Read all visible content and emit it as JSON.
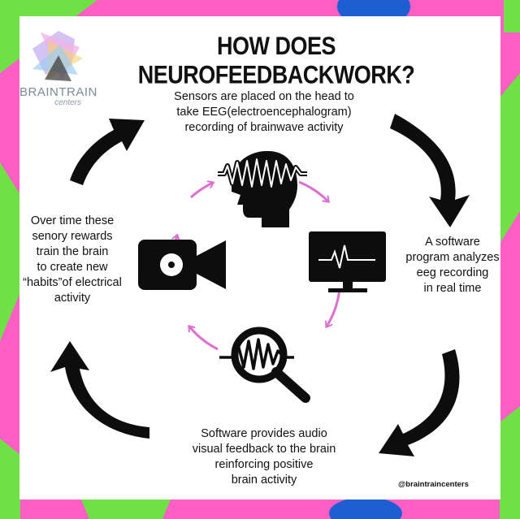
{
  "title": "HOW DOES NEUROFEEDBACKWORK?",
  "logo": {
    "name": "BRAINTRAIN",
    "sub": "centers"
  },
  "steps": [
    {
      "lines": [
        "Sensors are placed on the head to",
        "take EEG(electroencephalogram)",
        "recording of brainwave activity"
      ]
    },
    {
      "lines": [
        "A software",
        "program analyzes",
        "eeg recording",
        "in real time"
      ]
    },
    {
      "lines": [
        "Software provides audio",
        "visual feedback to the brain",
        "reinforcing positive",
        "brain activity"
      ]
    },
    {
      "lines": [
        "Over time these",
        "senory rewards",
        "train the brain",
        "to create new",
        "“habits”of electrical",
        "activity"
      ]
    }
  ],
  "handle": "@braintraincenters",
  "icons": [
    "head-brainwave-icon",
    "monitor-ecg-icon",
    "magnifier-wave-icon",
    "video-camera-icon",
    "curved-arrow-icon",
    "braintrain-logo-icon"
  ],
  "colors": {
    "border_pink": "#ff5ec4",
    "border_green": "#6fe046",
    "border_blue": "#1d5fd3",
    "cycle_ring": "#dd6fd0",
    "ink": "#0d0d0d",
    "page": "#ffffff"
  }
}
